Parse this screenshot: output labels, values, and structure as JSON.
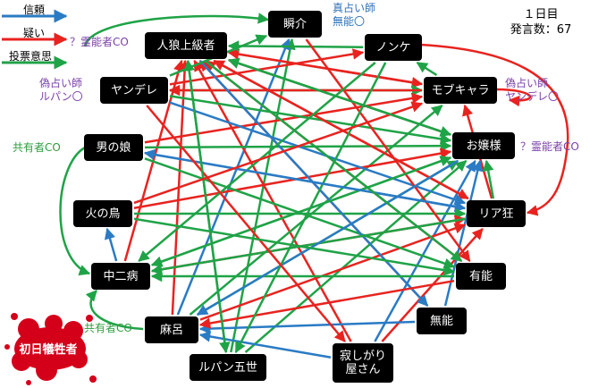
{
  "info": {
    "day": "１日目",
    "statements": "発言数：67"
  },
  "legend": [
    {
      "label": "信頼",
      "color": "#2a7bc4"
    },
    {
      "label": "疑い",
      "color": "#e8231f"
    },
    {
      "label": "投票意思",
      "color": "#1fa347"
    }
  ],
  "colors": {
    "trust": "#2a7bc4",
    "doubt": "#e8231f",
    "vote": "#1fa347",
    "node": "#000000",
    "victim": "#d4001a"
  },
  "nodes": [
    {
      "id": "shunsuke",
      "label": "瞬介"
    },
    {
      "id": "jinro",
      "label": "人狼上級者"
    },
    {
      "id": "nonke",
      "label": "ノンケ"
    },
    {
      "id": "yandere",
      "label": "ヤンデレ"
    },
    {
      "id": "mobu",
      "label": "モブキャラ"
    },
    {
      "id": "otoko",
      "label": "男の娘"
    },
    {
      "id": "ojou",
      "label": "お嬢様"
    },
    {
      "id": "hinotori",
      "label": "火の鳥"
    },
    {
      "id": "riakyo",
      "label": "リア狂"
    },
    {
      "id": "chuuni",
      "label": "中二病"
    },
    {
      "id": "yuunou",
      "label": "有能"
    },
    {
      "id": "munou",
      "label": "無能"
    },
    {
      "id": "maro",
      "label": "麻呂"
    },
    {
      "id": "sabishi",
      "label": "寂しがり\n屋さん"
    },
    {
      "id": "lupin",
      "label": "ルパン五世"
    }
  ],
  "annotations": [
    {
      "text": "真占い師\n無能〇",
      "color": "blue"
    },
    {
      "text": "？霊能者CO",
      "color": "purple"
    },
    {
      "text": "偽占い師\nルパン〇",
      "color": "purple"
    },
    {
      "text": "偽占い師\nヤンデレ〇",
      "color": "purple"
    },
    {
      "text": "？霊能者CO",
      "color": "purple"
    },
    {
      "text": "共有者CO",
      "color": "green"
    },
    {
      "text": "共有者CO",
      "color": "green"
    }
  ],
  "victim": {
    "label": "初日犠牲者"
  },
  "edges": [
    {
      "from": "lupin",
      "to": "shunsuke",
      "type": "vote"
    },
    {
      "from": "maro",
      "to": "shunsuke",
      "type": "trust"
    },
    {
      "from": "munou",
      "to": "jinro",
      "type": "doubt"
    },
    {
      "from": "sabishi",
      "to": "jinro",
      "type": "doubt"
    },
    {
      "from": "maro",
      "to": "jinro",
      "type": "doubt"
    },
    {
      "from": "chuuni",
      "to": "jinro",
      "type": "doubt"
    },
    {
      "from": "riakyo",
      "to": "jinro",
      "type": "doubt"
    },
    {
      "from": "ojou",
      "to": "jinro",
      "type": "doubt"
    },
    {
      "from": "mobu",
      "to": "jinro",
      "type": "doubt"
    },
    {
      "from": "yuunou",
      "to": "jinro",
      "type": "doubt"
    },
    {
      "from": "nonke",
      "to": "jinro",
      "type": "vote"
    },
    {
      "from": "jinro",
      "to": "mobu",
      "type": "doubt"
    },
    {
      "from": "yandere",
      "to": "mobu",
      "type": "vote"
    },
    {
      "from": "riakyo",
      "to": "mobu",
      "type": "doubt"
    },
    {
      "from": "otoko",
      "to": "mobu",
      "type": "doubt"
    },
    {
      "from": "maro",
      "to": "mobu",
      "type": "vote"
    },
    {
      "from": "yandere",
      "to": "nonke",
      "type": "doubt"
    },
    {
      "from": "mobu",
      "to": "nonke",
      "type": "vote"
    },
    {
      "from": "jinro",
      "to": "ojou",
      "type": "vote"
    },
    {
      "from": "yandere",
      "to": "ojou",
      "type": "vote"
    },
    {
      "from": "otoko",
      "to": "ojou",
      "type": "vote"
    },
    {
      "from": "hinotori",
      "to": "ojou",
      "type": "doubt"
    },
    {
      "from": "chuuni",
      "to": "ojou",
      "type": "vote"
    },
    {
      "from": "maro",
      "to": "ojou",
      "type": "vote"
    },
    {
      "from": "munou",
      "to": "ojou",
      "type": "trust"
    },
    {
      "from": "sabishi",
      "to": "ojou",
      "type": "trust"
    },
    {
      "from": "riakyo",
      "to": "ojou",
      "type": "vote"
    },
    {
      "from": "lupin",
      "to": "ojou",
      "type": "vote"
    },
    {
      "from": "jinro",
      "to": "riakyo",
      "type": "doubt"
    },
    {
      "from": "yandere",
      "to": "riakyo",
      "type": "trust"
    },
    {
      "from": "otoko",
      "to": "riakyo",
      "type": "trust"
    },
    {
      "from": "hinotori",
      "to": "riakyo",
      "type": "vote"
    },
    {
      "from": "chuuni",
      "to": "riakyo",
      "type": "doubt"
    },
    {
      "from": "sabishi",
      "to": "riakyo",
      "type": "doubt"
    },
    {
      "from": "maro",
      "to": "riakyo",
      "type": "doubt"
    },
    {
      "from": "mobu",
      "to": "yandere",
      "type": "doubt"
    },
    {
      "from": "otoko",
      "to": "yuunou",
      "type": "vote"
    },
    {
      "from": "shunsuke",
      "to": "yuunou",
      "type": "doubt"
    },
    {
      "from": "jinro",
      "to": "munou",
      "type": "trust"
    },
    {
      "from": "riakyo",
      "to": "chuuni",
      "type": "vote"
    },
    {
      "from": "yuunou",
      "to": "chuuni",
      "type": "vote"
    },
    {
      "from": "nonke",
      "to": "chuuni",
      "type": "vote"
    },
    {
      "from": "ojou",
      "to": "chuuni",
      "type": "vote"
    },
    {
      "from": "chuuni",
      "to": "hinotori",
      "type": "trust"
    },
    {
      "from": "munou",
      "to": "maro",
      "type": "trust"
    },
    {
      "from": "sabishi",
      "to": "maro",
      "type": "trust"
    },
    {
      "from": "yuunou",
      "to": "maro",
      "type": "doubt"
    },
    {
      "from": "ojou",
      "to": "maro",
      "type": "trust"
    },
    {
      "from": "nonke",
      "to": "lupin",
      "type": "vote"
    },
    {
      "from": "jinro",
      "to": "lupin",
      "type": "vote"
    },
    {
      "from": "riakyo",
      "to": "otoko",
      "type": "trust"
    },
    {
      "from": "yandere",
      "to": "sabishi",
      "type": "doubt"
    },
    {
      "from": "jinro",
      "to": "yuunou",
      "type": "vote"
    },
    {
      "from": "hinotori",
      "to": "yuunou",
      "type": "vote"
    },
    {
      "from": "yandere",
      "to": "shunsuke",
      "type": "vote"
    },
    {
      "from": "lupin",
      "to": "jinro",
      "type": "vote"
    },
    {
      "from": "hinotori",
      "to": "mobu",
      "type": "doubt"
    },
    {
      "from": "ojou",
      "to": "jinro",
      "type": "vote"
    }
  ]
}
